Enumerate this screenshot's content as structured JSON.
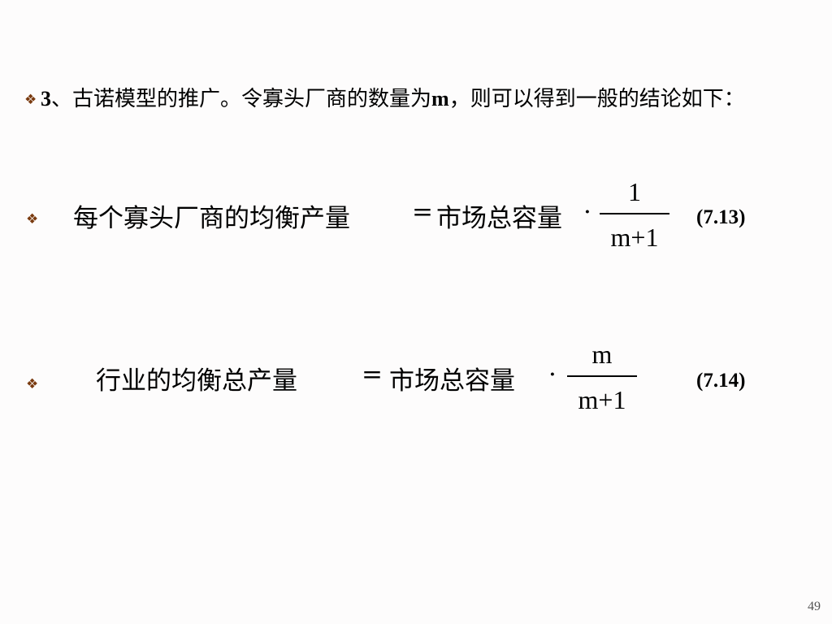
{
  "slide": {
    "bullet_glyph": "❖",
    "intro": {
      "number": "3",
      "text_a": "、古诺模型的推广。令寡头厂商的数量为",
      "variable": "m",
      "text_b": "，则可以得到一般的结论如下："
    },
    "equation_1": {
      "lhs": "每个寡头厂商的均衡产量",
      "equals": "=",
      "rhs": "市场总容量",
      "dot": "·",
      "numerator": "1",
      "denominator": "m+1",
      "label": "(7.13)"
    },
    "equation_2": {
      "lhs": "行业的均衡总产量",
      "equals": "=",
      "rhs": "市场总容量",
      "dot": "·",
      "numerator": "m",
      "denominator": "m+1",
      "label": "(7.14)"
    },
    "page_number": "49",
    "colors": {
      "background": "#fdfcfc",
      "bullet": "#7a3b10",
      "text": "#000000"
    }
  }
}
